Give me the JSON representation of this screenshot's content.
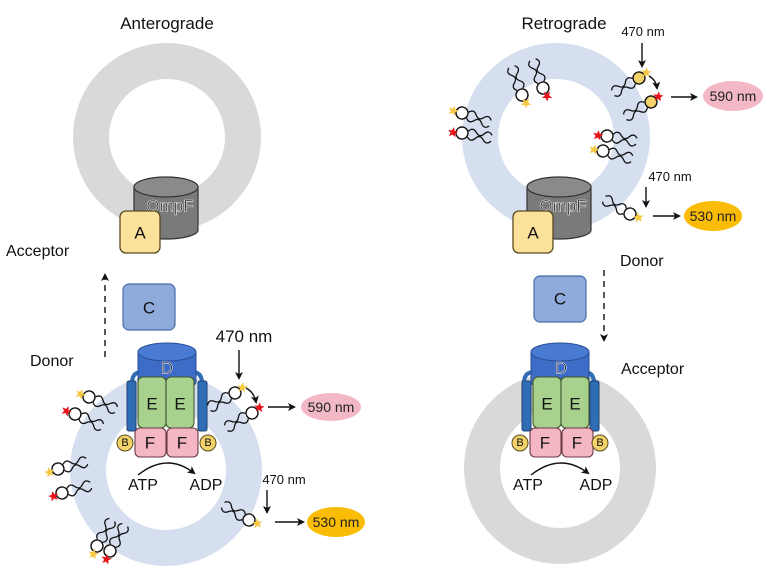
{
  "colors": {
    "ring_grey": "#d9d9d9",
    "ring_blue": "#d6dff0",
    "ompf_grey": "#7a7a7a",
    "box_a": "#fbe19a",
    "box_c": "#8eabdc",
    "cyl_d": "#3d6cc6",
    "bar_blue": "#2f6db5",
    "box_e": "#a9d18e",
    "box_f": "#f4b6c2",
    "circle_b": "#f3d26a",
    "star_yellow": "#f7c843",
    "star_red": "#e8141c",
    "pill_590": "#f2b8c6",
    "pill_530": "#fbbc05"
  },
  "panels": {
    "left": {
      "title": "Anterograde",
      "top_label": "Acceptor",
      "bottom_label": "Donor",
      "ompf": "OmpF",
      "box_a": "A",
      "box_c": "C",
      "cyl_d": "D",
      "box_e": [
        "E",
        "E"
      ],
      "box_f": [
        "F",
        "F"
      ],
      "circle_b": [
        "B",
        "B"
      ],
      "atp": "ATP",
      "adp": "ADP",
      "excitation_fret": "470 nm",
      "emission_fret": "590 nm",
      "excitation_donor": "470 nm",
      "emission_donor": "530 nm",
      "transfer_direction": "up"
    },
    "right": {
      "title": "Retrograde",
      "top_label": "Donor",
      "bottom_label": "Acceptor",
      "ompf": "OmpF",
      "box_a": "A",
      "box_c": "C",
      "cyl_d": "D",
      "box_e": [
        "E",
        "E"
      ],
      "box_f": [
        "F",
        "F"
      ],
      "circle_b": [
        "B",
        "B"
      ],
      "atp": "ATP",
      "adp": "ADP",
      "excitation_fret": "470 nm",
      "emission_fret": "590 nm",
      "excitation_donor": "470 nm",
      "emission_donor": "530 nm",
      "transfer_direction": "down"
    }
  }
}
